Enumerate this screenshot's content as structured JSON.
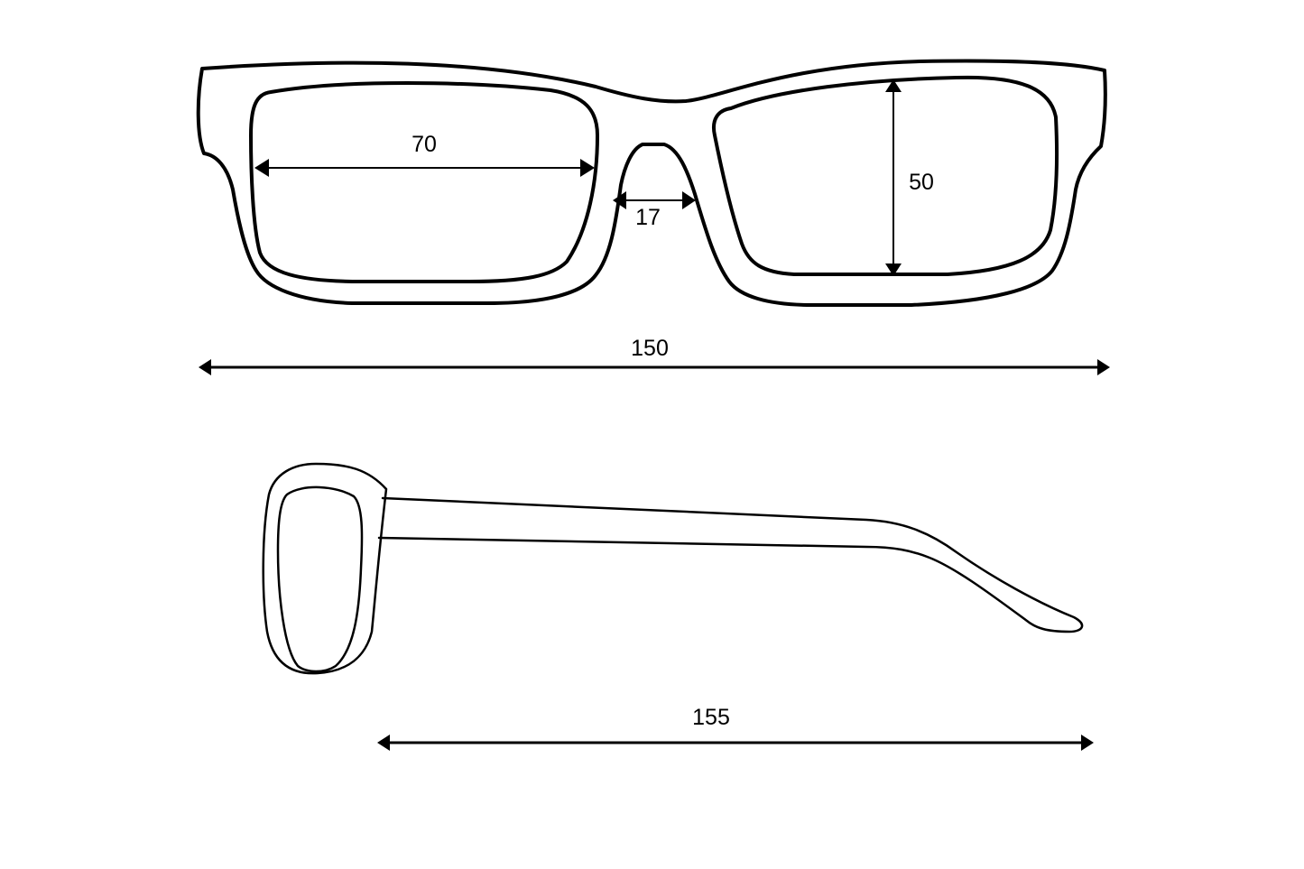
{
  "colors": {
    "background": "#ffffff",
    "line": "#000000"
  },
  "dimensions": {
    "lens_width": "70",
    "lens_height": "50",
    "bridge_width": "17",
    "frame_width": "150",
    "temple_length": "155"
  }
}
